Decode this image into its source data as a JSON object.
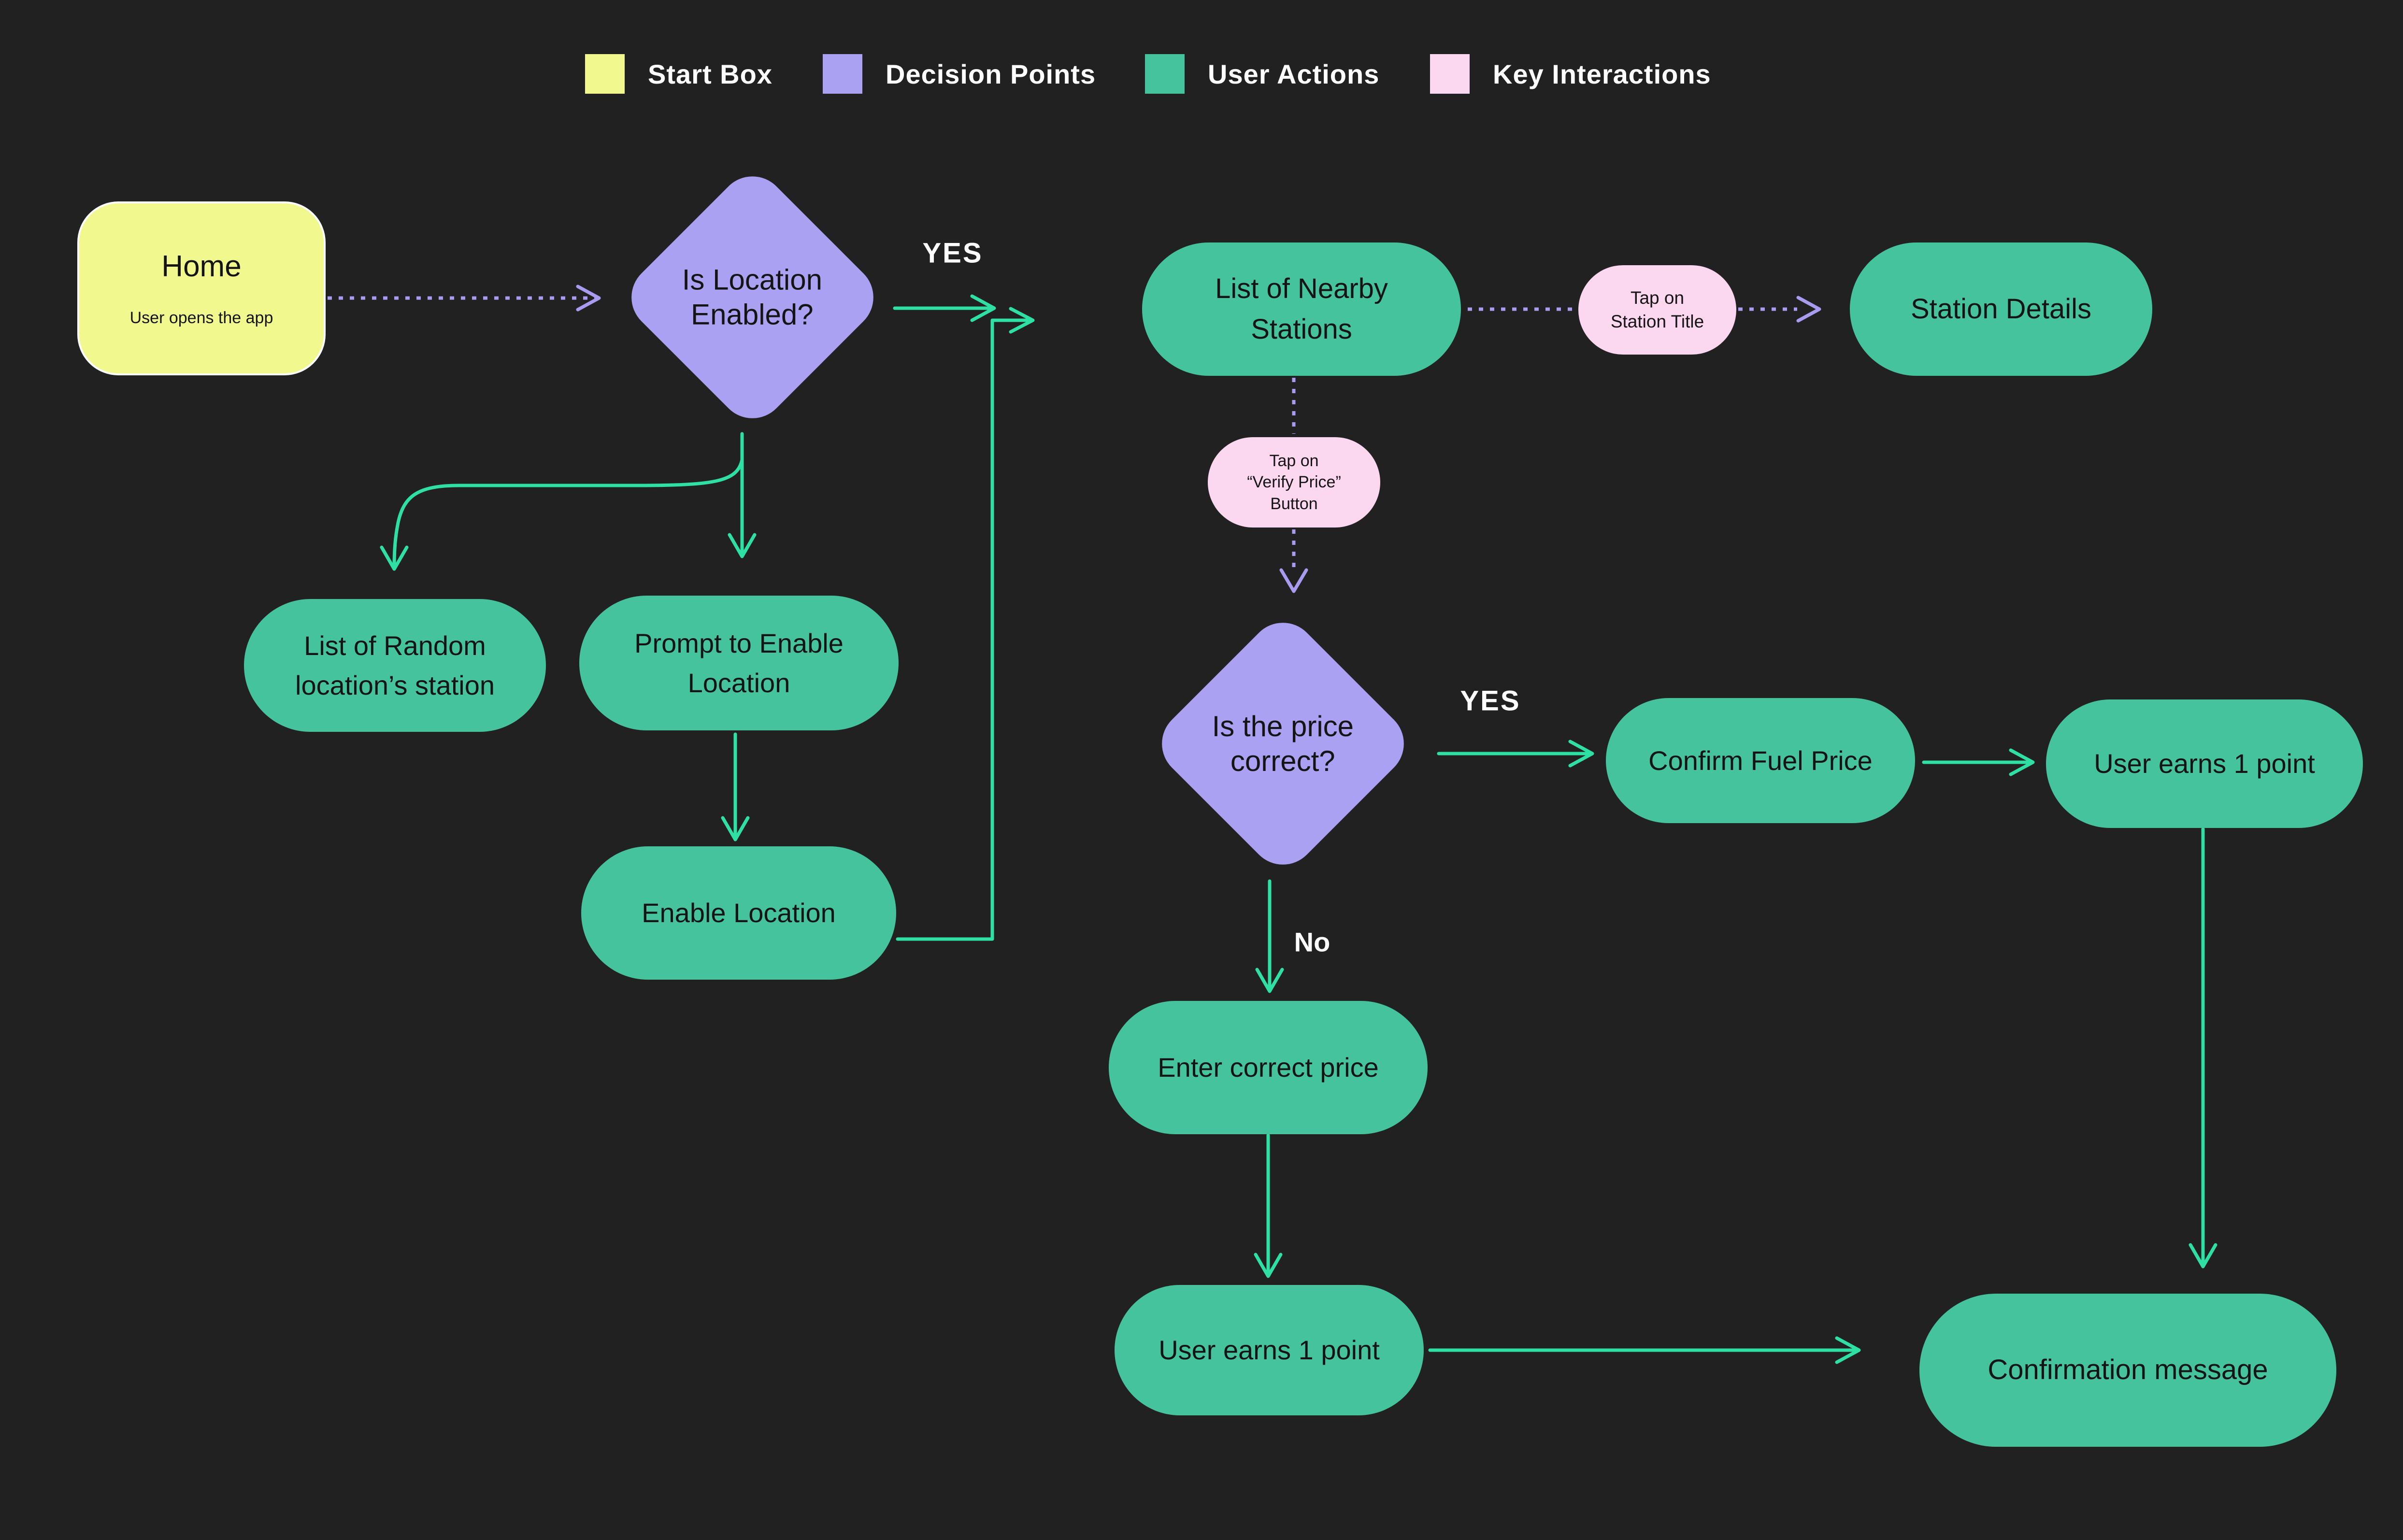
{
  "colors": {
    "background": "#212121",
    "start_box": "#F1F88D",
    "decision_point": "#ABA1F2",
    "user_action": "#44C39D",
    "key_interaction": "#FBD7F0",
    "connector_green": "#2EE0A4",
    "connector_purple": "#A79CF0",
    "label_light": "#FFFFFF",
    "label_dark": "#141414"
  },
  "legend": {
    "items": [
      {
        "label": "Start Box",
        "color": "#F1F88D"
      },
      {
        "label": "Decision Points",
        "color": "#ABA1F2"
      },
      {
        "label": "User Actions",
        "color": "#44C39D"
      },
      {
        "label": "Key Interactions",
        "color": "#FBD7F0"
      }
    ]
  },
  "nodes": {
    "home": {
      "title": "Home",
      "subtitle": "User opens the app",
      "type": "start"
    },
    "is_location_enabled": {
      "label": "Is Location\nEnabled?",
      "type": "decision"
    },
    "list_nearby_stations": {
      "label": "List of Nearby\nStations",
      "type": "user-action"
    },
    "tap_station_title": {
      "label": "Tap on\nStation Title",
      "type": "key-interaction"
    },
    "station_details": {
      "label": "Station Details",
      "type": "user-action"
    },
    "tap_verify_price": {
      "label": "Tap on\n“Verify Price”\nButton",
      "type": "key-interaction"
    },
    "is_price_correct": {
      "label": "Is the price\ncorrect?",
      "type": "decision"
    },
    "list_random_stations": {
      "label": "List of Random\nlocation’s station",
      "type": "user-action"
    },
    "prompt_enable_location": {
      "label": "Prompt to Enable\nLocation",
      "type": "user-action"
    },
    "enable_location": {
      "label": "Enable Location",
      "type": "user-action"
    },
    "confirm_fuel_price": {
      "label": "Confirm Fuel Price",
      "type": "user-action"
    },
    "user_earns_point_yes": {
      "label": "User earns 1 point",
      "type": "user-action"
    },
    "enter_correct_price": {
      "label": "Enter correct price",
      "type": "user-action"
    },
    "user_earns_point_no": {
      "label": "User earns 1 point",
      "type": "user-action"
    },
    "confirmation_message": {
      "label": "Confirmation message",
      "type": "user-action"
    }
  },
  "edge_labels": {
    "location_enabled_yes": "YES",
    "price_correct_yes": "YES",
    "price_correct_no": "No"
  }
}
